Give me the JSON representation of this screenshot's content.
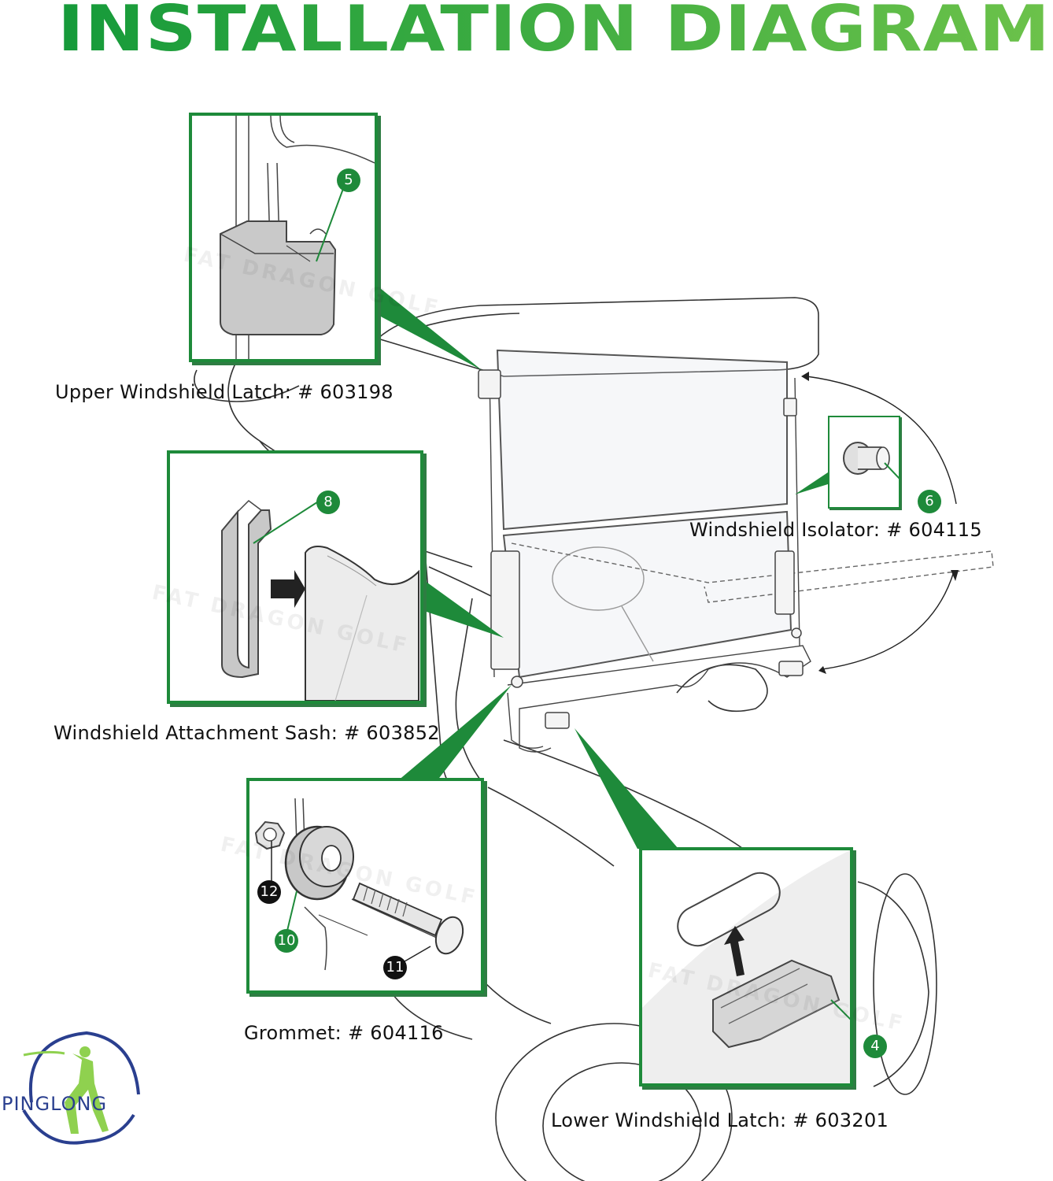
{
  "title": "INSTALLATION DIAGRAM",
  "colors": {
    "title_start": "#159a3a",
    "title_end": "#6cc24a",
    "accent": "#1e8a3a",
    "logo_blue": "#2a3f8f",
    "logo_green": "#8fd14f"
  },
  "labels": {
    "upper_latch": "Upper Windshield Latch: # 603198",
    "isolator": "Windshield Isolator: # 604115",
    "sash": "Windshield Attachment Sash: # 603852",
    "grommet": "Grommet: # 604116",
    "lower_latch": "Lower Windshield Latch: # 603201"
  },
  "callouts": {
    "n4": "4",
    "n5": "5",
    "n6": "6",
    "n8": "8",
    "n10": "10",
    "n11": "11",
    "n12": "12"
  },
  "watermark": "FAT DRAGON GOLF",
  "logo": {
    "text": "PINGLONG",
    "icon": "golfer-icon"
  }
}
